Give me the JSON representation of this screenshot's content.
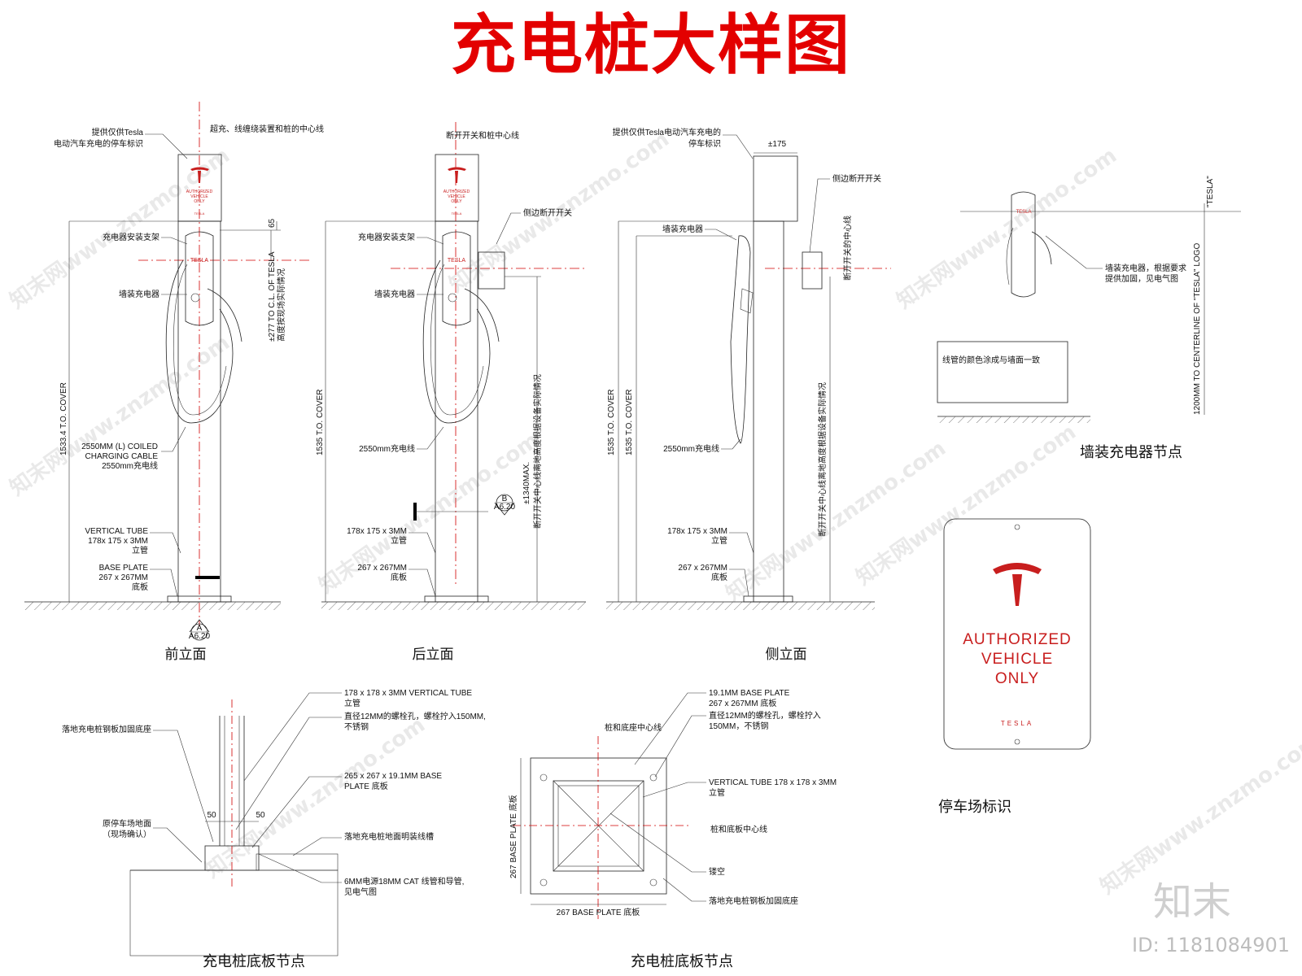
{
  "title": "充电桩大样图",
  "watermarks": [
    "知末网www.znzmo.com",
    "知末网www.znzmo.com",
    "知末网www.znzmo.com",
    "知末网www.znzmo.com",
    "知末网www.znzmo.com",
    "知末网www.znzmo.com",
    "知末网www.znzmo.com",
    "知末网www.znzmo.com",
    "知末网www.znzmo.com"
  ],
  "brand": {
    "logo_text": "知末",
    "id_text": "ID: 1181084901"
  },
  "front": {
    "caption": "前立面",
    "label_sign_1": "提供仅供Tesla",
    "label_sign_2": "电动汽车充电的停车标识",
    "label_centerline": "超充、线缠绕装置和桩的中心线",
    "label_bracket": "充电器安装支架",
    "label_charger": "墙装充电器",
    "dim_65": "65",
    "dim_277_1": "±277 TO C.L. OF TESLA",
    "dim_277_2": "高度按现场实际情况",
    "dim_cover": "1533.4 T.O. COVER",
    "cable_1": "2550MM (L) COILED",
    "cable_2": "CHARGING CABLE",
    "cable_3": "2550mm充电线",
    "tube_1": "VERTICAL TUBE",
    "tube_2": "178x 175 x 3MM",
    "tube_3": "立管",
    "plate_1": "BASE PLATE",
    "plate_2": "267 x 267MM",
    "plate_3": "底板",
    "section_letter": "A",
    "section_ref": "A6.20"
  },
  "back": {
    "caption": "后立面",
    "label_centerline": "断开开关和桩中心线",
    "label_disconnect": "侧边断开开关",
    "label_bracket": "充电器安装支架",
    "label_charger": "墙装充电器",
    "dim_cover": "1535 T.O. COVER",
    "cable": "2550mm充电线",
    "dim_max": "±1340MAX.",
    "dim_note": "断开开关中心线离地高度根据设备实际情况",
    "tube_1": "178x 175 x 3MM",
    "tube_2": "立管",
    "plate_1": "267 x 267MM",
    "plate_2": "底板",
    "section_letter": "B",
    "section_ref": "A6.20"
  },
  "side": {
    "caption": "侧立面",
    "label_sign_1": "提供仅供Tesla电动汽车充电的",
    "label_sign_2": "停车标识",
    "dim_175": "±175",
    "label_disconnect": "侧边断开开关",
    "label_charger": "墙装充电器",
    "label_disconnect_cl": "断开开关的中心线",
    "dim_cover_1": "1535 T.O. COVER",
    "dim_cover_2": "1535 T.O. COVER",
    "dim_note": "断开开关中心线离地高度根据设备实际情况",
    "cable": "2550mm充电线",
    "tube_1": "178x 175 x 3MM",
    "tube_2": "立管",
    "plate_1": "267 x 267MM",
    "plate_2": "底板"
  },
  "wall": {
    "caption": "墙装充电器节点",
    "cl_label": "\"TESLA\"",
    "label_1": "墙装充电器，根据要求",
    "label_2": "提供加固，见电气图",
    "box_note": "线管的颜色涂成与墙面一致",
    "dim": "1200MM TO CENTERLINE OF \"TESLA\" LOGO"
  },
  "sign": {
    "caption": "停车场标识",
    "line1": "AUTHORIZED",
    "line2": "VEHICLE",
    "line3": "ONLY",
    "brand": "TESLA",
    "small_1": "AUTHORIZED",
    "small_2": "VEHICLE",
    "small_3": "ONLY",
    "small_brand": "TESLA",
    "charger_brand": "TESLA",
    "color": "#c81e1e"
  },
  "base_section": {
    "caption": "充电桩底板节点",
    "label_base": "落地充电桩钢板加固底座",
    "tube_1": "178 x 178 x 3MM VERTICAL TUBE",
    "tube_2": "立管",
    "bolt_1": "直径12MM的螺栓孔，螺栓拧入150MM,",
    "bolt_2": "不锈钢",
    "plate_1": "265 x 267 x 19.1MM  BASE",
    "plate_2": "PLATE 底板",
    "dim_50a": "50",
    "dim_50b": "50",
    "ground_1": "原停车场地面",
    "ground_2": "（现场确认）",
    "trench": "落地充电桩地面明装线槽",
    "cat_1": "6MM电源18MM CAT 线管和导管,",
    "cat_2": "见电气图"
  },
  "base_plan": {
    "caption": "充电桩底板节点",
    "cl_top": "桩和底座中心线",
    "plate_1": "19.1MM BASE PLATE",
    "plate_2": "267 x 267MM 底板",
    "bolt_1": "直径12MM的螺栓孔，螺栓拧入",
    "bolt_2": "150MM，不锈钢",
    "tube_1": "VERTICAL TUBE 178 x 178 x 3MM",
    "tube_2": "立管",
    "cl_right": "桩和底板中心线",
    "hollow": "镂空",
    "base": "落地充电桩钢板加固底座",
    "dim_vert": "267 BASE PLATE 底板",
    "dim_horiz": "267 BASE PLATE 底板"
  }
}
